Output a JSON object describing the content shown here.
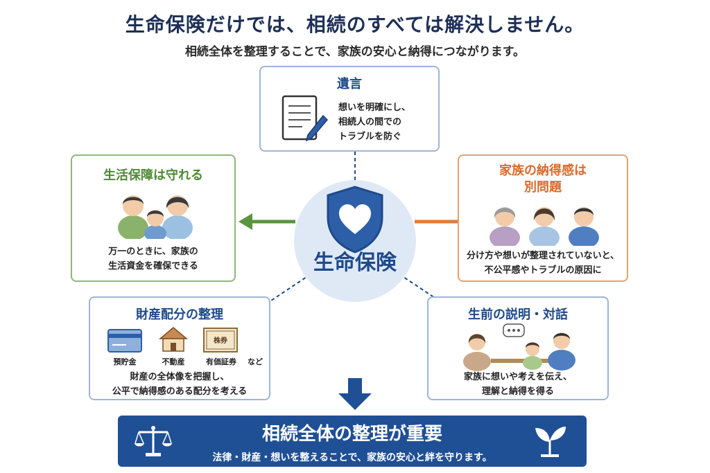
{
  "header": {
    "title": "生命保険だけでは、相続のすべては解決しません。",
    "subtitle": "相続全体を整理することで、家族の安心と納得につながります。"
  },
  "center": {
    "label": "生命保険",
    "icon": "shield-heart-icon"
  },
  "will": {
    "title": "遺言",
    "desc": [
      "想いを明確にし、",
      "相続人の間での",
      "トラブルを防ぐ"
    ],
    "icon": "document-pen-icon"
  },
  "security": {
    "title": "生活保障は守れる",
    "desc": [
      "万一のときに、家族の",
      "生活資金を確保できる"
    ],
    "icon": "family-icon"
  },
  "satisfaction": {
    "title": [
      "家族の納得感は",
      "別問題"
    ],
    "desc": [
      "分け方や想いが整理されていないと、",
      "不公平感やトラブルの原因に"
    ],
    "icon": "worried-family-icon"
  },
  "assets": {
    "title": "財産配分の整理",
    "items": [
      "預貯金",
      "不動産",
      "有価証券",
      "など"
    ],
    "cert_text": "株券",
    "desc": [
      "財産の全体像を把握し、",
      "公平で納得感のある配分を考える"
    ]
  },
  "dialogue": {
    "title": "生前の説明・対話",
    "desc": [
      "家族に想いや考えを伝え、",
      "理解と納得を得る"
    ],
    "icon": "conversation-icon"
  },
  "bottom": {
    "title": "相続全体の整理が重要",
    "subtitle": "法律・財産・想いを整えることで、家族の安心と絆を守ります。",
    "left_icon": "scales-icon",
    "right_icon": "sprout-icon"
  },
  "colors": {
    "navy": "#1d2f56",
    "blue": "#1e4a8c",
    "bar": "#1f4f94",
    "green": "#4d8a34",
    "orange": "#d96a2a"
  }
}
